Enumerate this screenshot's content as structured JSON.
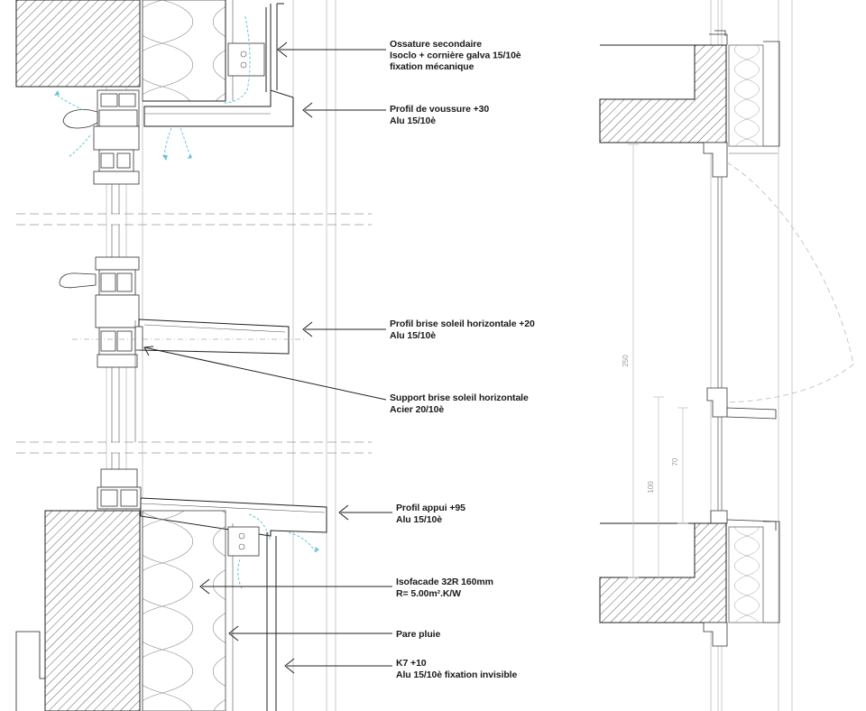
{
  "annotations": [
    {
      "id": "ossature",
      "lines": [
        "Ossature secondaire",
        "Isoclo + cornière galva 15/10è",
        "fixation mécanique"
      ]
    },
    {
      "id": "voussure",
      "lines": [
        "Profil de voussure +30",
        "Alu 15/10è"
      ]
    },
    {
      "id": "brise-soleil",
      "lines": [
        "Profil brise soleil horizontale +20",
        "Alu 15/10è"
      ]
    },
    {
      "id": "support",
      "lines": [
        "Support brise soleil horizontale",
        "Acier 20/10è"
      ]
    },
    {
      "id": "appui",
      "lines": [
        "Profil appui +95",
        "Alu 15/10è"
      ]
    },
    {
      "id": "isofacade",
      "lines": [
        "Isofacade 32R 160mm",
        "R= 5.00m².K/W"
      ]
    },
    {
      "id": "pare-pluie",
      "lines": [
        "Pare pluie"
      ]
    },
    {
      "id": "k7",
      "lines": [
        "K7 +10",
        "Alu 15/10è fixation invisible"
      ]
    }
  ],
  "dimensions": [
    {
      "id": "dim-250",
      "text": "250"
    },
    {
      "id": "dim-100",
      "text": "100"
    },
    {
      "id": "dim-70",
      "text": "70"
    }
  ]
}
